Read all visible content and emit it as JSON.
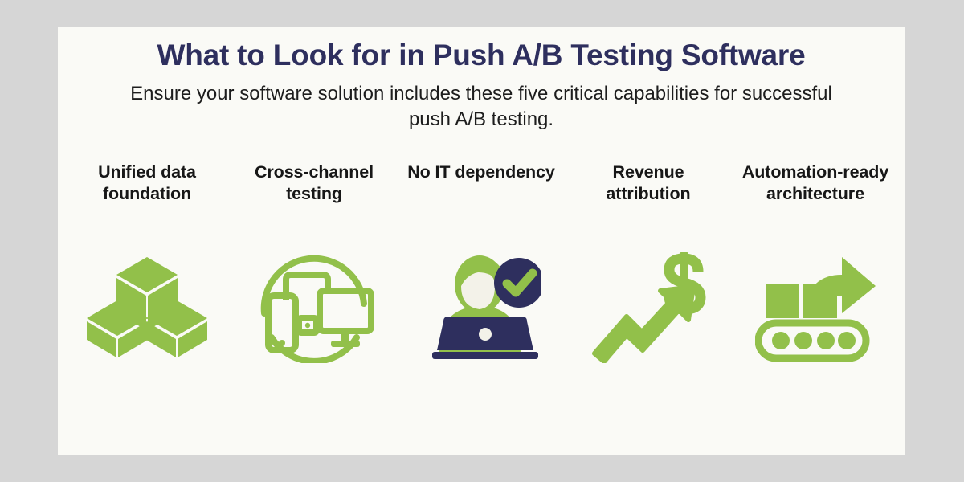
{
  "canvas": {
    "background_color": "#d6d6d6",
    "card_background_color": "#fafaf6"
  },
  "palette": {
    "green": "#92c04a",
    "navy": "#2e2f5e",
    "title_navy": "#2e2f5e",
    "heading_black": "#171717",
    "subtitle_black": "#1d1d1d",
    "face_cream": "#f3f2e9"
  },
  "header": {
    "title": "What to Look for in Push A/B Testing Software",
    "subtitle": "Ensure your software solution includes these five critical capabilities for successful push A/B testing."
  },
  "capabilities": [
    {
      "label": "Unified data foundation",
      "icon_name": "stacked-cubes-icon"
    },
    {
      "label": "Cross-channel testing",
      "icon_name": "multi-device-circle-icon"
    },
    {
      "label": "No IT dependency",
      "icon_name": "person-laptop-check-icon"
    },
    {
      "label": "Revenue attribution",
      "icon_name": "growth-arrow-dollar-icon"
    },
    {
      "label": "Automation-ready architecture",
      "icon_name": "conveyor-belt-arrow-icon"
    }
  ]
}
